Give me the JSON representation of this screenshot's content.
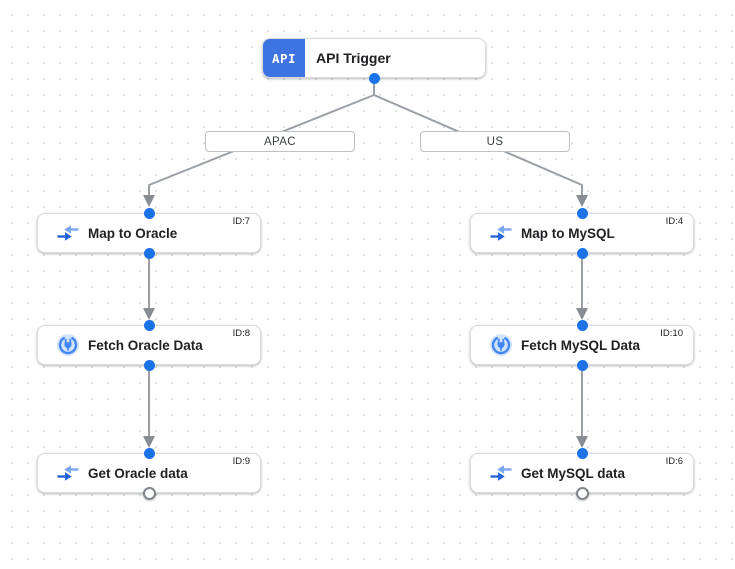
{
  "trigger": {
    "label": "API Trigger",
    "badge": "API"
  },
  "branches": [
    {
      "label": "APAC"
    },
    {
      "label": "US"
    }
  ],
  "nodes": [
    {
      "label": "Map to Oracle",
      "id_label": "ID:7",
      "icon": "data-mapping-icon"
    },
    {
      "label": "Fetch Oracle Data",
      "id_label": "ID:8",
      "icon": "connector-icon"
    },
    {
      "label": "Get Oracle data",
      "id_label": "ID:9",
      "icon": "data-mapping-icon"
    },
    {
      "label": "Map to MySQL",
      "id_label": "ID:4",
      "icon": "data-mapping-icon"
    },
    {
      "label": "Fetch MySQL Data",
      "id_label": "ID:10",
      "icon": "connector-icon"
    },
    {
      "label": "Get MySQL data",
      "id_label": "ID:6",
      "icon": "data-mapping-icon"
    }
  ],
  "colors": {
    "trigger_badge_blue": "#3e74e2",
    "connection_dot_blue": "#1a73e8",
    "edge_gray": "#9aa0a6",
    "node_border": "#dadce0",
    "icon_blue_dark": "#2364d9",
    "icon_blue_light": "#7aa7f2",
    "connector_icon_disc": "#d2e3fc",
    "connector_icon_blue": "#4285f4"
  }
}
